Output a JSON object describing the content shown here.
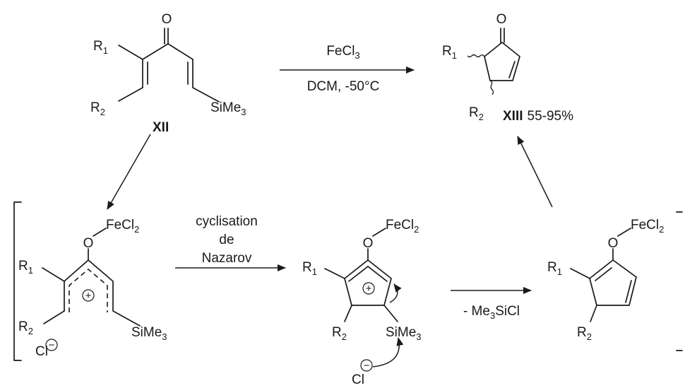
{
  "compounds": {
    "xii": {
      "label": "XII",
      "o": "O",
      "r1": "R",
      "r1_sub": "1",
      "r2": "R",
      "r2_sub": "2",
      "silyl": "SiMe",
      "silyl_sub": "3"
    },
    "xiii": {
      "label": "XIII",
      "yield": "55-95%",
      "o": "O",
      "r1": "R",
      "r1_sub": "1",
      "r2": "R",
      "r2_sub": "2"
    },
    "inter1": {
      "ofe": "O",
      "fecl": "FeCl",
      "fecl_sub": "2",
      "r1": "R",
      "r1_sub": "1",
      "r2": "R",
      "r2_sub": "2",
      "plus": "+",
      "cl": "Cl",
      "minus": "−",
      "silyl": "SiMe",
      "silyl_sub": "3"
    },
    "inter2": {
      "ofe": "O",
      "fecl": "FeCl",
      "fecl_sub": "2",
      "r1": "R",
      "r1_sub": "1",
      "r2": "R",
      "r2_sub": "2",
      "plus": "+",
      "silyl": "SiMe",
      "silyl_sub": "3",
      "cl": "Cl",
      "minus": "−"
    },
    "inter3": {
      "ofe": "O",
      "fecl": "FeCl",
      "fecl_sub": "2",
      "r1": "R",
      "r1_sub": "1",
      "r2": "R",
      "r2_sub": "2"
    }
  },
  "conditions": {
    "top_reagent": "FeCl",
    "top_reagent_sub": "3",
    "top_solvent": "DCM, -50°C",
    "nazarov_line1": "cyclisation",
    "nazarov_line2": "de",
    "nazarov_line3": "Nazarov",
    "elim_prefix": "- Me",
    "elim_sub": "3",
    "elim_suffix": "SiCl"
  }
}
